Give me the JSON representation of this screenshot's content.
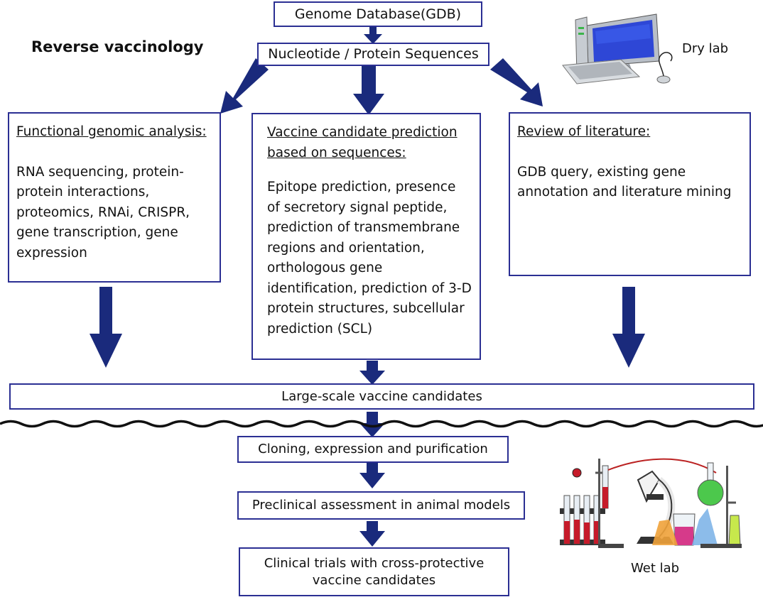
{
  "title": "Reverse vaccinology",
  "nodes": {
    "gdb": "Genome Database(GDB)",
    "sequences": "Nucleotide / Protein Sequences",
    "functional": {
      "heading": "Functional genomic analysis:",
      "body": "RNA sequencing, protein-protein interactions, proteomics, RNAi, CRISPR, gene transcription, gene expression"
    },
    "prediction": {
      "heading": "Vaccine candidate prediction based on sequences:",
      "body": "Epitope prediction, presence of secretory signal peptide, prediction of transmembrane regions and orientation, orthologous gene identification, prediction of 3-D protein structures, subcellular prediction (SCL)"
    },
    "literature": {
      "heading": "Review of literature:",
      "body": "GDB query, existing gene annotation and literature mining"
    },
    "large_scale": "Large-scale vaccine candidates",
    "cloning": "Cloning, expression and purification",
    "preclinical": "Preclinical assessment in animal models",
    "clinical": "Clinical trials with cross-protective vaccine candidates"
  },
  "labels": {
    "dry_lab": "Dry lab",
    "wet_lab": "Wet lab"
  },
  "colors": {
    "border": "#2b2f93",
    "arrow": "#1a2a7c"
  },
  "icons": [
    "computer-icon",
    "lab-equipment-icon"
  ]
}
